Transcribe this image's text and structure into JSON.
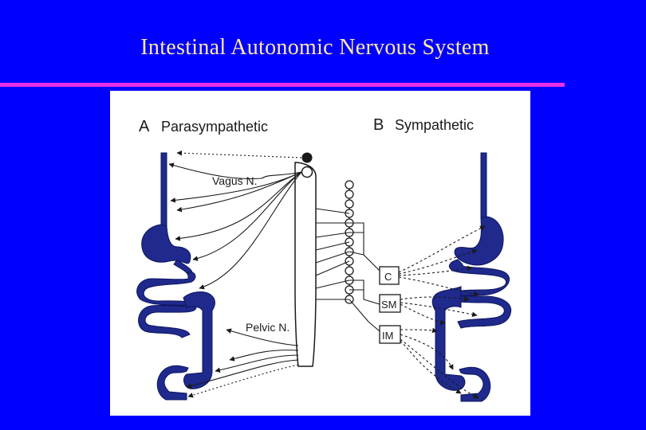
{
  "slide": {
    "title": "Intestinal Autonomic Nervous System"
  },
  "diagram": {
    "panel_a": {
      "letter": "A",
      "title": "Parasympathetic"
    },
    "panel_b": {
      "letter": "B",
      "title": "Sympathetic"
    },
    "labels": {
      "vagus": "Vagus N.",
      "pelvic": "Pelvic N."
    },
    "ganglia": {
      "celiac": "C",
      "superior_mesenteric": "SM",
      "inferior_mesenteric": "IM"
    },
    "colors": {
      "background": "#0000ff",
      "title_text": "#ffe9a0",
      "rule": "#e830e8",
      "gut_fill": "#1f2a8c",
      "ink": "#1a1a1a"
    }
  }
}
